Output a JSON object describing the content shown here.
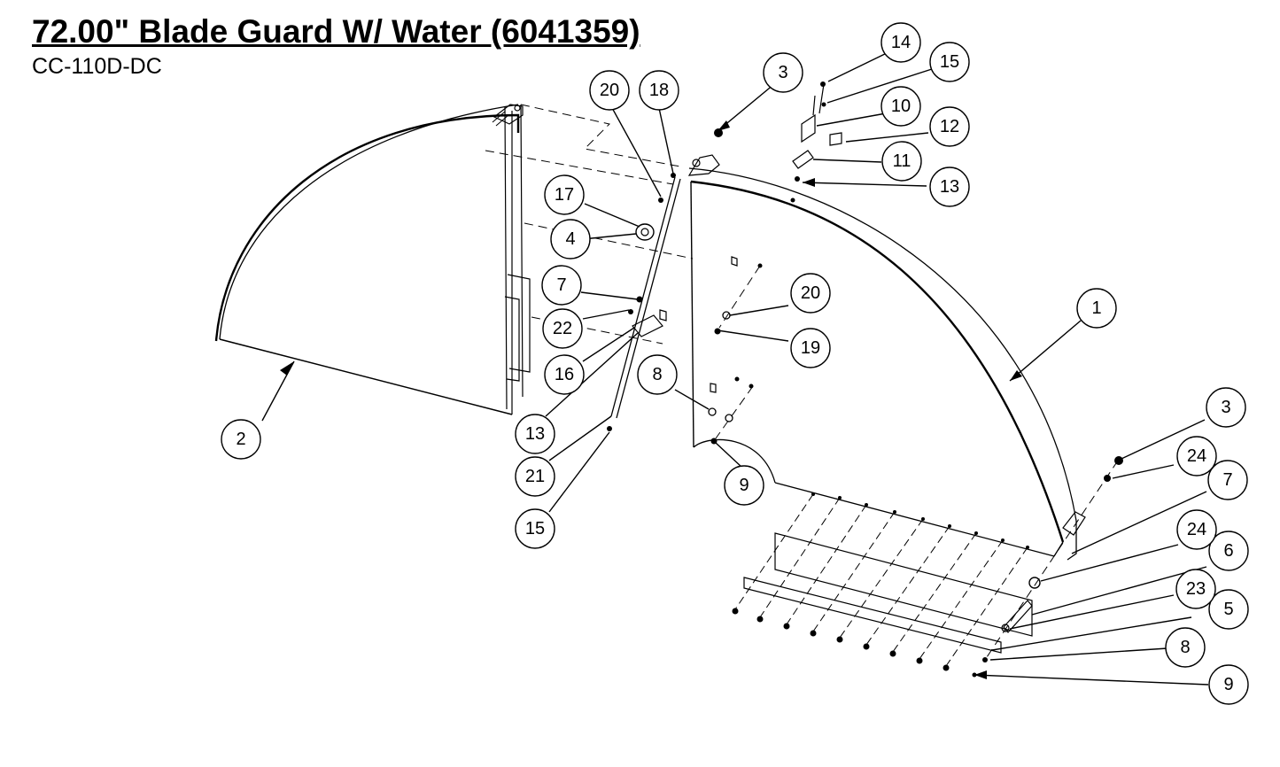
{
  "header": {
    "title": "72.00\" Blade Guard W/ Water (6041359)",
    "subtitle": "CC-110D-DC"
  },
  "callouts": {
    "c1": "1",
    "c2": "2",
    "c3a": "3",
    "c3b": "3",
    "c4": "4",
    "c5": "5",
    "c6": "6",
    "c7a": "7",
    "c7b": "7",
    "c8a": "8",
    "c8b": "8",
    "c9a": "9",
    "c9b": "9",
    "c10": "10",
    "c11": "11",
    "c12": "12",
    "c13a": "13",
    "c13b": "13",
    "c14": "14",
    "c15a": "15",
    "c15b": "15",
    "c16": "16",
    "c17": "17",
    "c18": "18",
    "c19": "19",
    "c20a": "20",
    "c20b": "20",
    "c21": "21",
    "c22": "22",
    "c23": "23",
    "c24a": "24",
    "c24b": "24"
  },
  "colors": {
    "ink": "#000000",
    "paper": "#ffffff"
  }
}
